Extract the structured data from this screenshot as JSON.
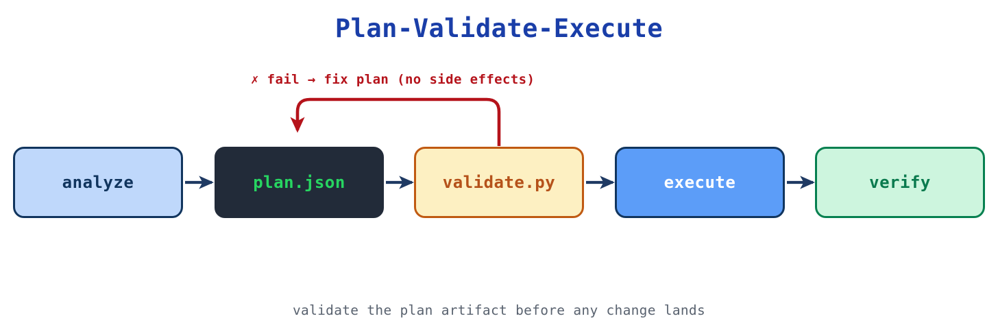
{
  "title": "Plan-Validate-Execute",
  "caption": "validate the plan artifact before any change lands",
  "loop": {
    "label": "✗ fail → fix plan (no side effects)",
    "from": "validate.py",
    "to": "plan.json",
    "color": "#b5131b"
  },
  "nodes": [
    {
      "id": "analyze",
      "label": "analyze",
      "fill": "#bfd8fb",
      "stroke": "#11355e",
      "text": "#11355e"
    },
    {
      "id": "plan",
      "label": "plan.json",
      "fill": "#222b39",
      "stroke": "#222b39",
      "text": "#27d561"
    },
    {
      "id": "validate",
      "label": "validate.py",
      "fill": "#fdf0c2",
      "stroke": "#c05a12",
      "text": "#b5521a"
    },
    {
      "id": "execute",
      "label": "execute",
      "fill": "#5c9df8",
      "stroke": "#11355e",
      "text": "#ffffff"
    },
    {
      "id": "verify",
      "label": "verify",
      "fill": "#cdf5de",
      "stroke": "#068050",
      "text": "#0a7a4e"
    }
  ],
  "edges": [
    {
      "from": "analyze",
      "to": "plan",
      "color": "#1f3a63"
    },
    {
      "from": "plan",
      "to": "validate",
      "color": "#1f3a63"
    },
    {
      "from": "validate",
      "to": "execute",
      "color": "#1f3a63"
    },
    {
      "from": "execute",
      "to": "verify",
      "color": "#1f3a63"
    }
  ],
  "colors": {
    "background": "#ffffff",
    "title": "#1a3ea8",
    "caption": "#59626f",
    "arrow": "#1f3a63",
    "loop": "#b5131b"
  }
}
